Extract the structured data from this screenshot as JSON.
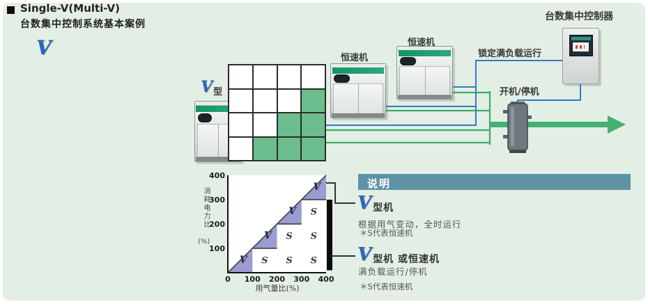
{
  "colors": {
    "background": "#e3efe5",
    "grid_green": "#6cbd8d",
    "line_blue": "#2f7bc2",
    "line_green": "#3cab67",
    "arrow_green": "#44b172",
    "triangle_purple": "#9b9cd0",
    "legend_header_bg": "#5e93a6",
    "logo_blue": "#2d66bd"
  },
  "header": {
    "title": "Single-V(Multi-V)",
    "subtitle": "台数集中控制系统基本案例",
    "logo": "V"
  },
  "diagram": {
    "v_unit": {
      "logo": "V",
      "suffix": "型"
    },
    "constant_speed_label_1": "恒速机",
    "constant_speed_label_2": "恒速机",
    "controller_label": "台数集中控制器",
    "lock_full_load_label": "锁定满负载运行",
    "start_stop_label": "开机/停机",
    "grid_rows": [
      [
        0,
        0,
        0,
        0
      ],
      [
        0,
        0,
        0,
        1
      ],
      [
        0,
        0,
        1,
        1
      ],
      [
        0,
        1,
        1,
        1
      ]
    ]
  },
  "chart_data": {
    "type": "area",
    "title": "",
    "xlabel": "用气量比(%)",
    "ylabel": "消耗电力比",
    "ylabel_unit": "(%)",
    "x_ticks": [
      "0",
      "100",
      "200",
      "300",
      "400"
    ],
    "x_tick_values": [
      0,
      100,
      200,
      300,
      400
    ],
    "y_ticks": [
      "400",
      "300",
      "200",
      "100"
    ],
    "y_tick_values": [
      400,
      300,
      200,
      100
    ],
    "xlim": [
      0,
      400
    ],
    "ylim": [
      0,
      400
    ],
    "grid": false,
    "v_label": "V",
    "s_label": "S",
    "steps": [
      {
        "x0": 0,
        "x1": 100,
        "y0": 0,
        "y1": 100
      },
      {
        "x0": 100,
        "x1": 200,
        "y0": 100,
        "y1": 200
      },
      {
        "x0": 200,
        "x1": 300,
        "y0": 200,
        "y1": 300
      },
      {
        "x0": 300,
        "x1": 400,
        "y0": 300,
        "y1": 400
      }
    ],
    "v_markers": [
      {
        "x": 63,
        "y": 40
      },
      {
        "x": 163,
        "y": 140
      },
      {
        "x": 263,
        "y": 240
      },
      {
        "x": 363,
        "y": 340
      }
    ],
    "s_markers": [
      {
        "x": 150,
        "y": 50
      },
      {
        "x": 250,
        "y": 50
      },
      {
        "x": 350,
        "y": 50
      },
      {
        "x": 250,
        "y": 150
      },
      {
        "x": 350,
        "y": 150
      },
      {
        "x": 350,
        "y": 250
      }
    ],
    "side_bar": {
      "x": 400,
      "y0": 10,
      "y1": 300
    }
  },
  "legend": {
    "header": "说明",
    "items": [
      {
        "logo": "V",
        "title": "型机",
        "desc": "根据用气变动，全时运行",
        "note": "＊S代表恒速机"
      },
      {
        "logo": "V",
        "title": "型机 或恒速机",
        "desc": "满负载运行/停机",
        "note": "＊S代表恒速机"
      }
    ]
  }
}
